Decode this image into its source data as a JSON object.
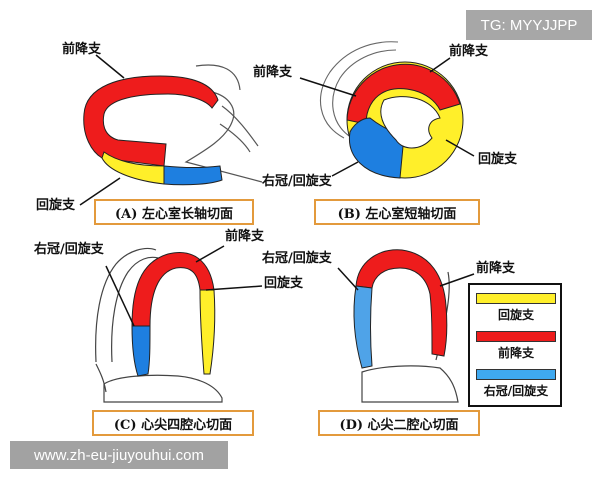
{
  "watermarks": {
    "top_right": "TG: MYYJJPP",
    "bottom_left": "www.zh-eu-jiuyouhui.com"
  },
  "colors": {
    "lad": "#ee1c1c",
    "lcx": "#ffef2a",
    "rca": "#1e7fe0",
    "caption_border": "#e39a3c"
  },
  "panels": {
    "A": {
      "caption": "(A) 左心室长轴切面",
      "labels": {
        "lad": "前降支",
        "lcx": "回旋支"
      }
    },
    "B": {
      "caption": "(B) 左心室短轴切面",
      "labels": {
        "lad_top": "前降支",
        "lad_inner": "前降支",
        "lcx": "回旋支",
        "rca": "右冠/回旋支"
      }
    },
    "C": {
      "caption": "(C) 心尖四腔心切面",
      "labels": {
        "lad": "前降支",
        "lcx": "回旋支",
        "rca": "右冠/回旋支"
      }
    },
    "D": {
      "caption": "(D) 心尖二腔心切面",
      "labels": {
        "rca": "右冠/回旋支",
        "lad": "前降支"
      }
    }
  },
  "legend": [
    {
      "key": "lcx",
      "label": "回旋支"
    },
    {
      "key": "lad",
      "label": "前降支"
    },
    {
      "key": "rca",
      "label": "右冠/回旋支"
    }
  ]
}
